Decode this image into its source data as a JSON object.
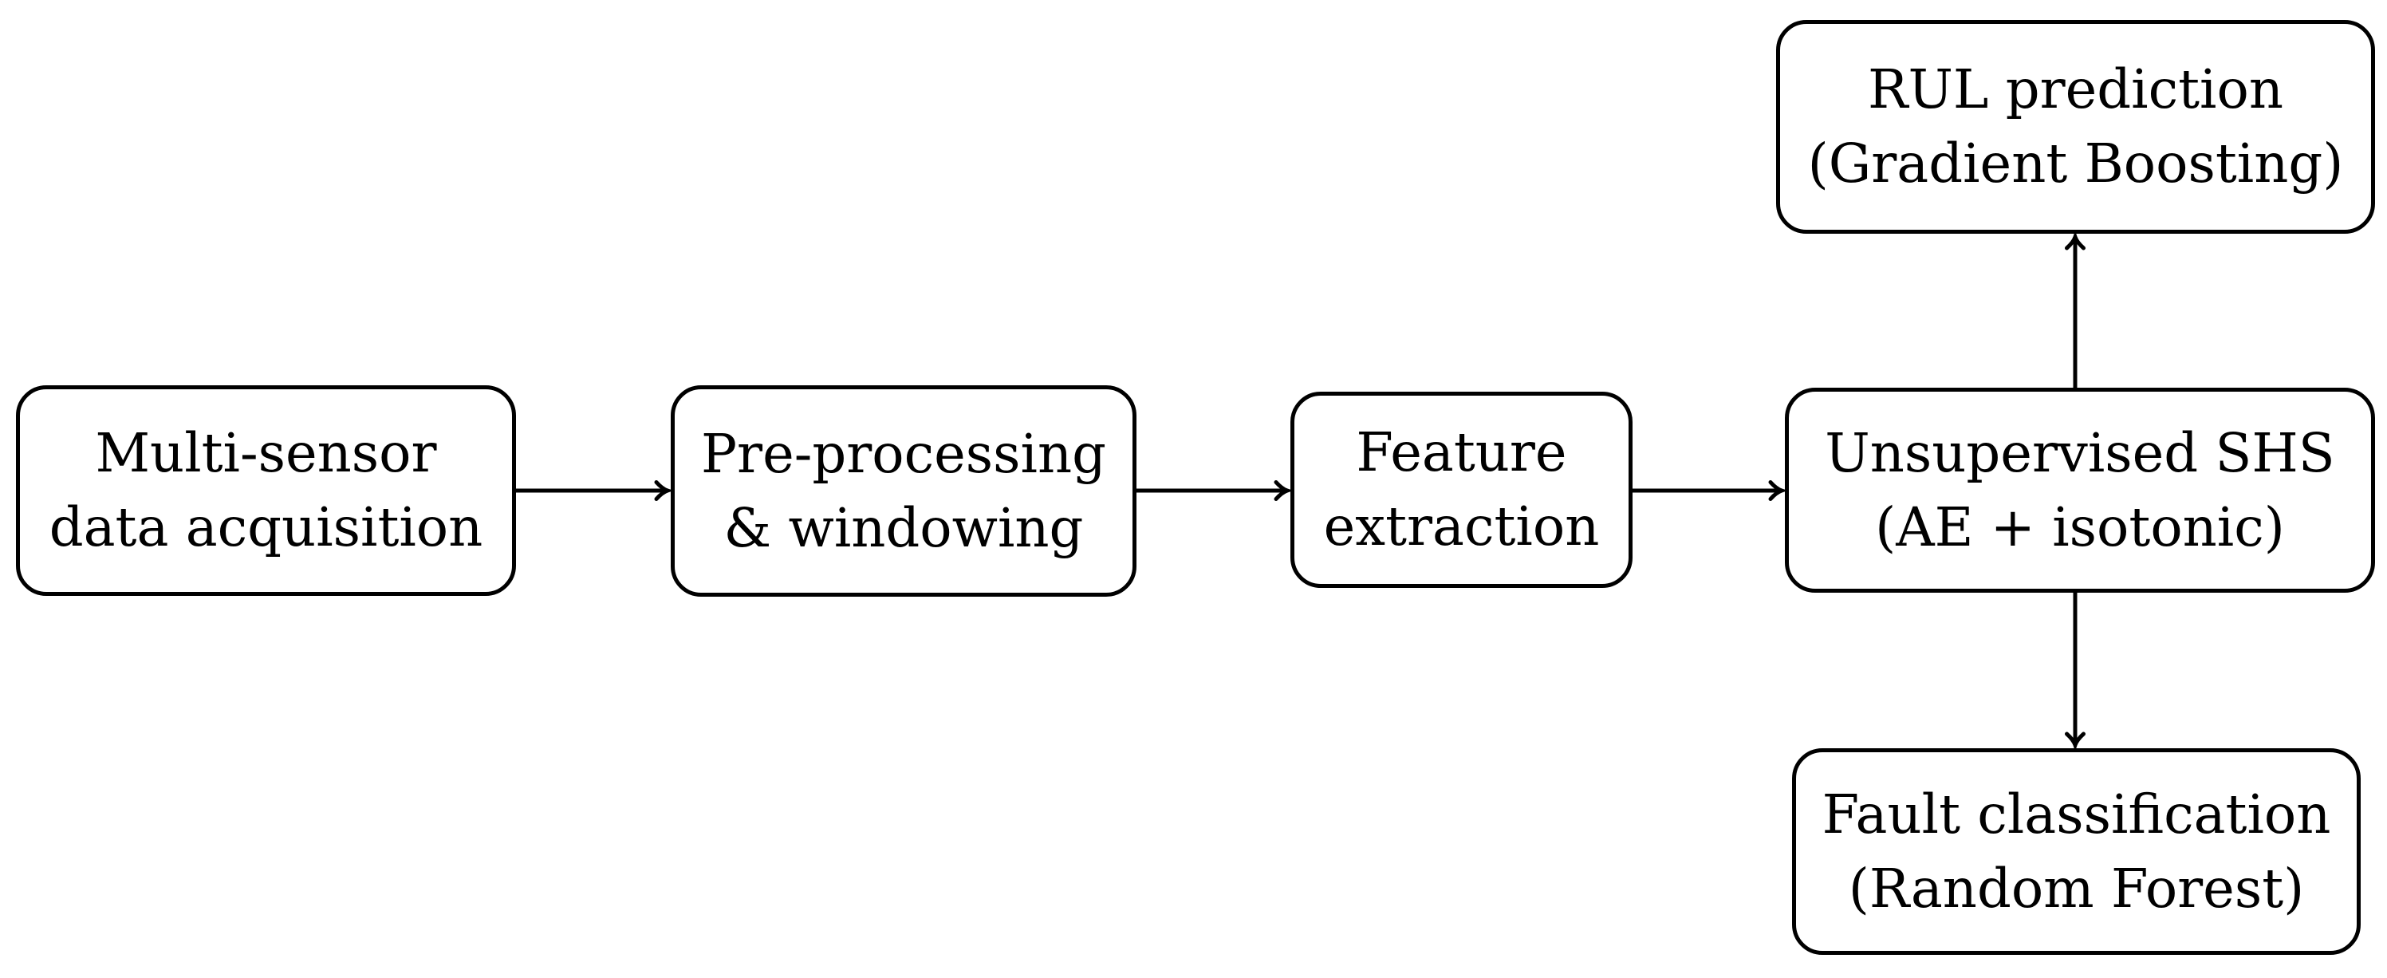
{
  "diagram": {
    "background_color": "#ffffff",
    "stroke_color": "#000000",
    "text_color": "#000000",
    "nodes": [
      {
        "id": "multi-sensor-data-acquisition",
        "lines": [
          "Multi-sensor",
          "data acquisition"
        ]
      },
      {
        "id": "pre-processing-windowing",
        "lines": [
          "Pre-processing",
          "& windowing"
        ]
      },
      {
        "id": "feature-extraction",
        "lines": [
          "Feature",
          "extraction"
        ]
      },
      {
        "id": "unsupervised-shs",
        "lines": [
          "Unsupervised SHS",
          "(AE + isotonic)"
        ]
      },
      {
        "id": "rul-prediction",
        "lines": [
          "RUL prediction",
          "(Gradient Boosting)"
        ]
      },
      {
        "id": "fault-classification",
        "lines": [
          "Fault classification",
          "(Random Forest)"
        ]
      }
    ],
    "edges": [
      {
        "from": "multi-sensor-data-acquisition",
        "to": "pre-processing-windowing",
        "direction": "right"
      },
      {
        "from": "pre-processing-windowing",
        "to": "feature-extraction",
        "direction": "right"
      },
      {
        "from": "feature-extraction",
        "to": "unsupervised-shs",
        "direction": "right"
      },
      {
        "from": "unsupervised-shs",
        "to": "rul-prediction",
        "direction": "up"
      },
      {
        "from": "unsupervised-shs",
        "to": "fault-classification",
        "direction": "down"
      }
    ]
  }
}
